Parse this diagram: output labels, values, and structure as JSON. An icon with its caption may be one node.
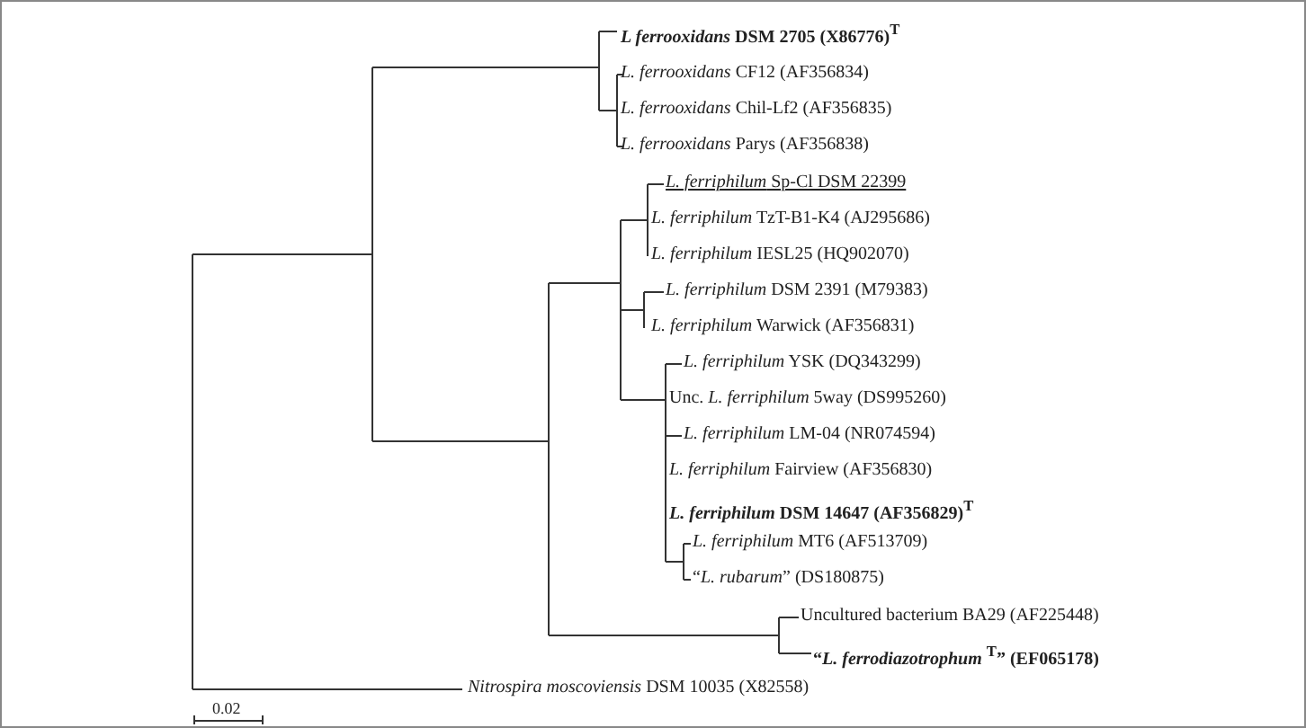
{
  "diagram": {
    "labels": [
      "*L ferrooxidans* DSM 2705 (X86776)$^{T}$",
      "*L. ferrooxidans* CF12 (AF356834)",
      "*L. ferrooxidans* Chil-Lf2 (AF356835)",
      "*L. ferrooxidans* Parys (AF356838)",
      "*L. ferriphilum* Sp-Cl  DSM 22399",
      "*L. ferriphilum* TzT-B1-K4 (AJ295686)",
      "*L. ferriphilum* IESL25 (HQ902070)",
      "*L. ferriphilum* DSM 2391 (M79383)",
      "*L. ferriphilum* Warwick (AF356831)",
      "*L. ferriphilum* YSK (DQ343299)",
      "Unc. *L. ferriphilum* 5way (DS995260)",
      "*L. ferriphilum* LM-04 (NR074594)",
      "*L. ferriphilum* Fairview (AF356830)",
      "*L. ferriphilum* DSM 14647 (AF356829)$^{T}$",
      "*L. ferriphilum* MT6 (AF513709)",
      "“*L. rubarum*” (DS180875)",
      "Uncultured bacterium BA29 (AF225448)",
      "“*L. ferrodiazotrophum* $^{T}$” (EF065178)",
      "*Nitrospira moscoviensis* DSM 10035 (X82558)",
      "0.02"
    ]
  }
}
